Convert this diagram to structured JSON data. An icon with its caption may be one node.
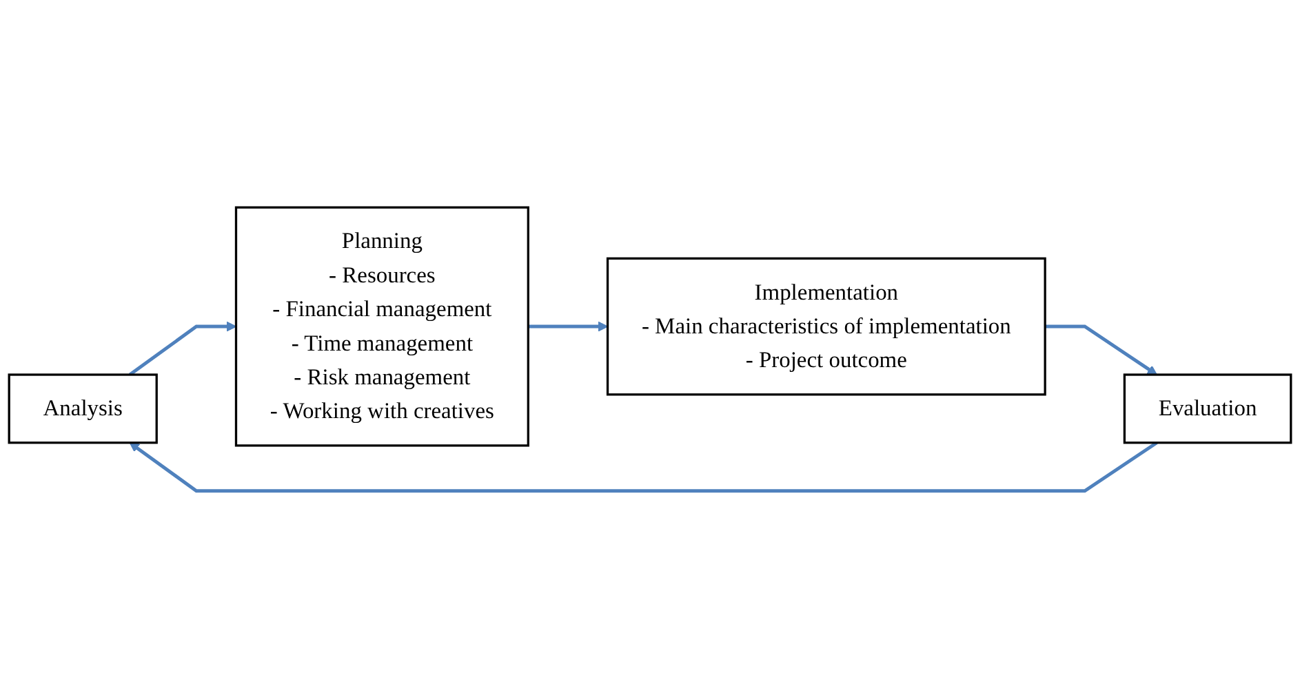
{
  "diagram": {
    "nodes": [
      {
        "text": [
          "Analysis"
        ]
      },
      {
        "text": [
          "Planning",
          "- Resources",
          "- Financial management",
          "- Time management",
          "- Risk management",
          "- Working with creatives"
        ]
      },
      {
        "text": [
          "Evaluation"
        ]
      },
      {
        "text": [
          "Implementation",
          "- Main characteristics of implementation",
          "- Project outcome"
        ]
      }
    ],
    "edges": [
      {
        "from": 0,
        "to": 1,
        "arrow": "to"
      },
      {
        "from": 1,
        "to": 3,
        "arrow": "to"
      },
      {
        "from": 3,
        "to": 2,
        "arrow": "to"
      },
      {
        "from": 2,
        "to": 0,
        "arrow": "to"
      }
    ]
  }
}
